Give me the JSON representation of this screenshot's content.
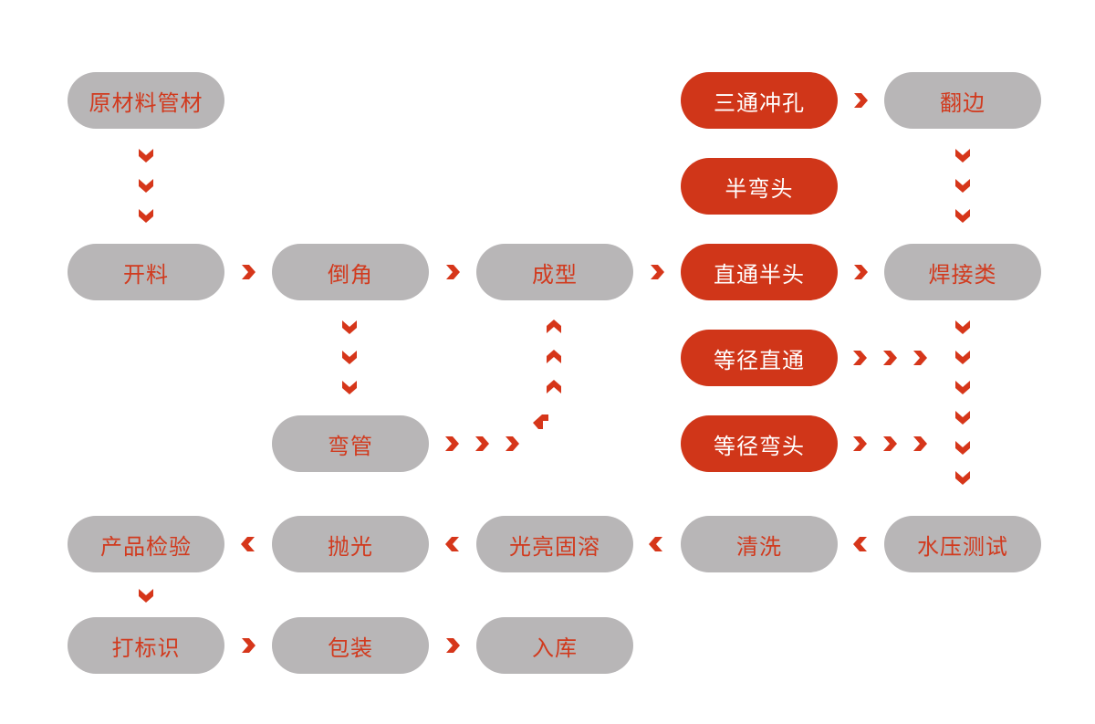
{
  "colors": {
    "node_gray": "#b8b6b7",
    "node_red": "#d03619",
    "text_red": "#d13a1e",
    "arrow": "#d6361a"
  },
  "nodes": {
    "raw_material": "原材料管材",
    "cutting": "开料",
    "chamfer": "倒角",
    "forming": "成型",
    "bending": "弯管",
    "tee_punch": "三通冲孔",
    "flanging": "翻边",
    "half_elbow": "半弯头",
    "straight_half": "直通半头",
    "welding": "焊接类",
    "equal_straight": "等径直通",
    "equal_elbow": "等径弯头",
    "product_inspection": "产品检验",
    "polishing": "抛光",
    "bright_solution": "光亮固溶",
    "cleaning": "清洗",
    "pressure_test": "水压测试",
    "marking": "打标识",
    "packaging": "包装",
    "warehousing": "入库"
  },
  "icons": {
    "flow_arrow": "chevron-arrow-icon"
  }
}
